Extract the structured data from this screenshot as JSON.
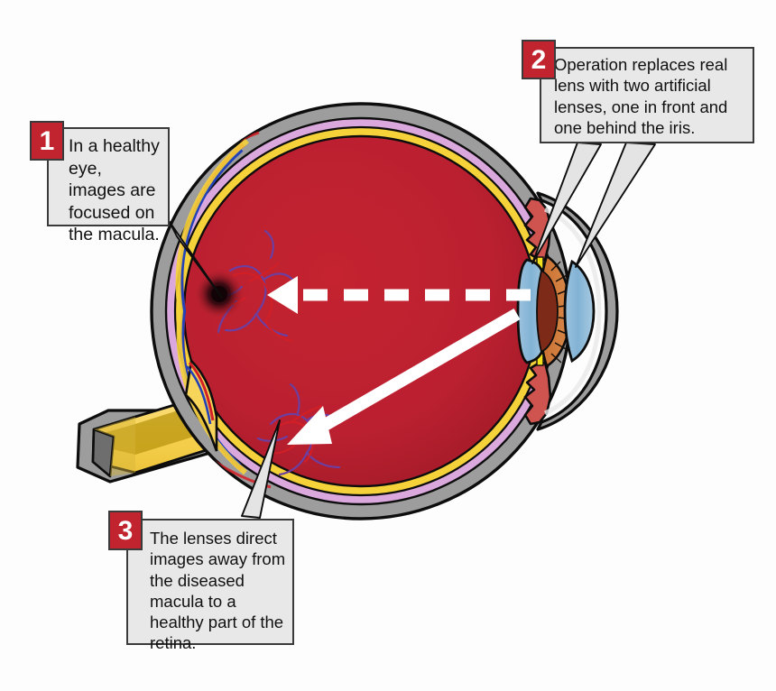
{
  "figure": {
    "kind": "anatomical-cross-section",
    "subject": "human eye with two artificial intraocular lenses"
  },
  "callouts": [
    {
      "number": "1",
      "text": "   In a healthy eye, images are focused on the macula.",
      "points_to": "macula"
    },
    {
      "number": "2",
      "text": "   Operation replaces real lens with two artificial lenses, one in front and one behind the iris.",
      "points_to": "artificial lenses"
    },
    {
      "number": "3",
      "text": "   The lenses direct images away from the diseased macula to a healthy part of the retina.",
      "points_to": "healthy retina"
    }
  ],
  "anatomy": {
    "sclera_label": "sclera",
    "choroid_label": "choroid",
    "retina_label": "retina",
    "vitreous_label": "vitreous body",
    "optic_nerve_label": "optic nerve",
    "macula_label": "macula",
    "iris_label": "iris",
    "cornea_label": "cornea",
    "anterior_lens_label": "anterior artificial lens",
    "posterior_lens_label": "posterior artificial lens",
    "ciliary_body_label": "ciliary body",
    "vessels_label": "retinal blood vessels"
  },
  "arrows": {
    "dashed_label": "normal light path to macula",
    "solid_label": "redirected light path to healthy retina"
  },
  "colors": {
    "background": "#fdfdfd",
    "badge_fill": "#c1242f",
    "badge_text": "#ffffff",
    "callout_fill": "#e8e8e8",
    "callout_border": "#3a3a3a",
    "sclera": "#9d9d9d",
    "choroid": "#dba8dd",
    "retina": "#f5d13a",
    "vitreous": "#bb2030",
    "vitreous_dark": "#9e1a28",
    "optic_nerve": "#f7d55a",
    "optic_nerve_shadow": "#b9960f",
    "macula": "#1a0608",
    "iris_outer": "#cd7434",
    "iris_inner": "#7d2b18",
    "lens": "#8cb8d8",
    "ciliary_body": "#cf5450",
    "zonule": "#f2e11e",
    "artery": "#d41f26",
    "vein": "#6c3fa0",
    "outline": "#0d0d0d",
    "arrow": "#ffffff",
    "leader": "#e4e4e4"
  }
}
